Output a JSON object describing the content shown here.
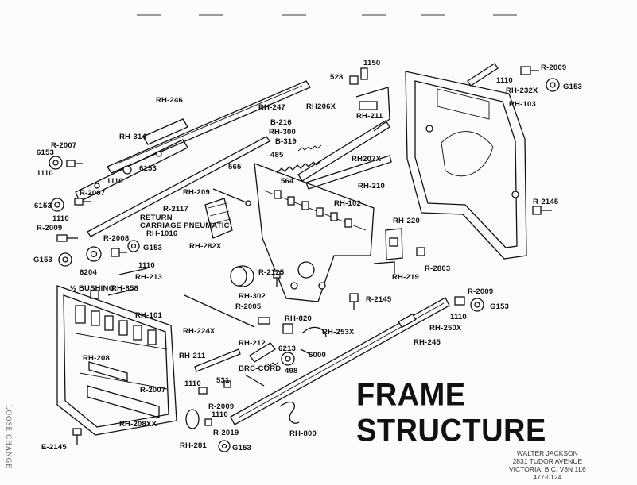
{
  "title": "FRAME STRUCTURE",
  "stamp": {
    "line1": "WALTER JACKSON",
    "line2": "2831 TUDOR AVENUE",
    "line3": "VICTORIA, B.C.   V8N 1L6",
    "line4": "477-0124"
  },
  "margin_note": "LOOSE CHANGE",
  "labels": {
    "rh246": "RH-246",
    "rh247": "RH-247",
    "b216": "B-216",
    "rh300": "RH-300",
    "b319": "B-319",
    "n485": "485",
    "rh314": "RH-314",
    "r2007a": "R-2007",
    "g6153a": "6153",
    "n1110a": "1110",
    "n6153b": "6153",
    "n1110b": "1110",
    "r2007b": "R-2007",
    "g6153c": "6153",
    "n1110c": "1110",
    "r2009a": "R-2009",
    "g6153d": "G153",
    "n6204": "6204",
    "rh2117": "R-2117",
    "ret": "RETURN",
    "carriage": "CARRIAGE PNEUMATIC",
    "rh1016": "RH-1016",
    "r2008": "R-2008",
    "g6153e": "G153",
    "n1110d": "1110",
    "rh213": "RH-213",
    "bushing": "½ BUSHING",
    "rh858": "RH-858",
    "rh101": "RH-101",
    "rh209": "RH-209",
    "rh282x": "RH-282X",
    "n565": "565",
    "n564": "564",
    "rh102": "RH-102",
    "n528": "528",
    "n1150": "1150",
    "rh206x": "RH206X",
    "rh211b": "RH-211",
    "rh207x": "RH207X",
    "rh210": "RH-210",
    "r2009b": "R-2009",
    "n1110e": "1110",
    "g6153f": "G153",
    "rh232x": "RH-232X",
    "rh103": "RH-103",
    "r2145a": "R-2145",
    "rh220": "RH-220",
    "r2803": "R-2803",
    "rh219": "RH-219",
    "r2125": "R-2125",
    "rh302": "RH-302",
    "r2005": "R-2005",
    "r2145b": "R-2145",
    "rh820": "RH-820",
    "rh253x": "RH-253X",
    "r2009c": "R-2009",
    "n1110f": "1110",
    "g6153g": "G153",
    "rh250x": "RH-250X",
    "rh245": "RH-245",
    "rh224x": "RH-224X",
    "rh212": "RH-212",
    "n6213": "6213",
    "n6000": "6000",
    "rh211": "RH-211",
    "rh208": "RH-208",
    "r2007c": "R-2007",
    "brcord": "BRC-CORD",
    "n498": "498",
    "n531": "531",
    "rh208xx": "RH-208XX",
    "n1110g": "1110",
    "r2009d": "R-2009",
    "n1110h": "1110",
    "r2019": "R-2019",
    "rh281": "RH-281",
    "g6153h": "G153",
    "e2145": "E-2145",
    "rh800": "RH-800"
  },
  "colors": {
    "ink": "#111111",
    "paper": "#fbfbfa"
  }
}
